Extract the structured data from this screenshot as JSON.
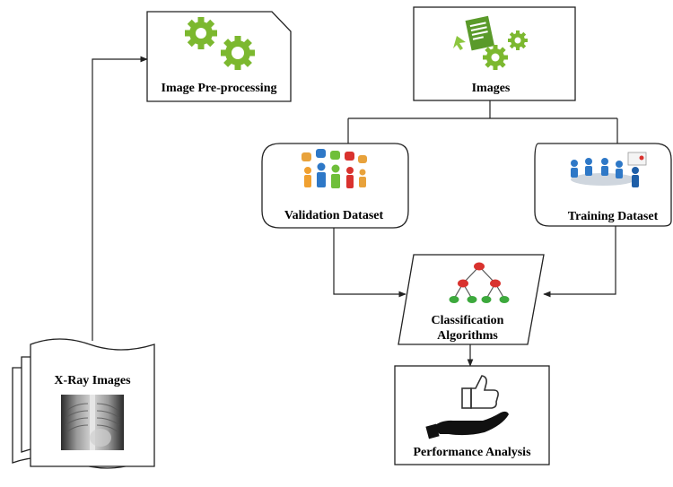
{
  "nodes": {
    "preprocessing": {
      "label": "Image Pre-processing",
      "icon": "gears-icon"
    },
    "images": {
      "label": "Images",
      "icon": "document-gears-icon"
    },
    "validation": {
      "label": "Validation Dataset",
      "icon": "people-questions-icon"
    },
    "training": {
      "label": "Training Dataset",
      "icon": "meeting-people-icon"
    },
    "classification": {
      "label_line1": "Classification",
      "label_line2": "Algorithms",
      "icon": "tree-hierarchy-icon"
    },
    "performance": {
      "label": "Performance Analysis",
      "icon": "hand-thumbs-up-icon"
    },
    "xray": {
      "label": "X-Ray Images",
      "icon": "chest-xray-image"
    }
  },
  "colors": {
    "gear_green": "#7cb82f",
    "tree_red": "#d9322e",
    "tree_green": "#3da93d",
    "people_blue": "#2e78c7",
    "outline": "#222222"
  }
}
